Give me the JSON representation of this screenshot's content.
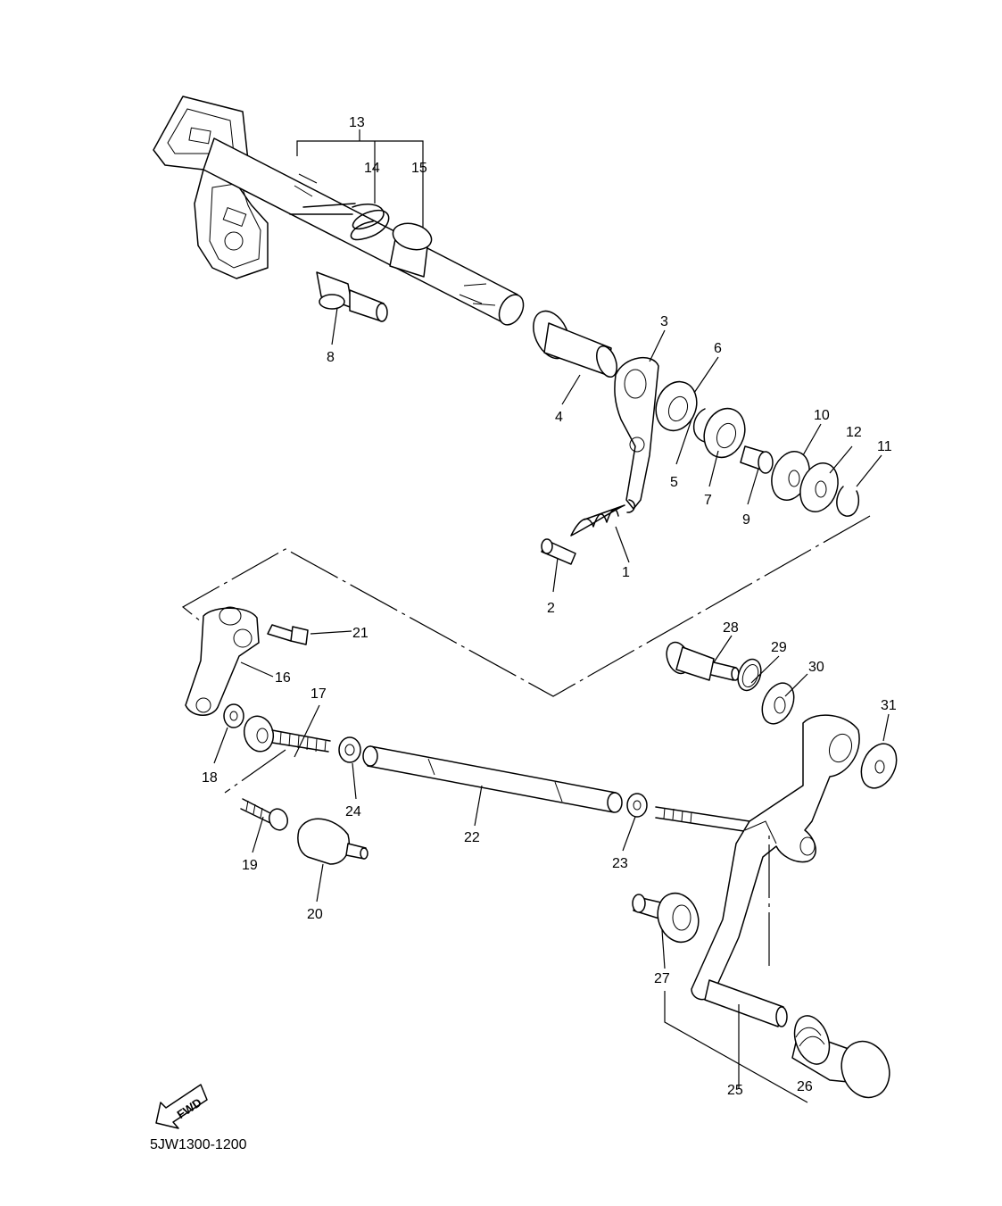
{
  "drawing_code": "5JW1300-1200",
  "fwd_label": "FWD",
  "callouts": [
    {
      "id": "c1",
      "text": "1"
    },
    {
      "id": "c2",
      "text": "2"
    },
    {
      "id": "c3",
      "text": "3"
    },
    {
      "id": "c4",
      "text": "4"
    },
    {
      "id": "c5",
      "text": "5"
    },
    {
      "id": "c6",
      "text": "6"
    },
    {
      "id": "c7",
      "text": "7"
    },
    {
      "id": "c8",
      "text": "8"
    },
    {
      "id": "c9",
      "text": "9"
    },
    {
      "id": "c10",
      "text": "10"
    },
    {
      "id": "c11",
      "text": "11"
    },
    {
      "id": "c12",
      "text": "12"
    },
    {
      "id": "c13",
      "text": "13"
    },
    {
      "id": "c14",
      "text": "14"
    },
    {
      "id": "c15",
      "text": "15"
    },
    {
      "id": "c16",
      "text": "16"
    },
    {
      "id": "c17",
      "text": "17"
    },
    {
      "id": "c18",
      "text": "18"
    },
    {
      "id": "c19",
      "text": "19"
    },
    {
      "id": "c20",
      "text": "20"
    },
    {
      "id": "c21",
      "text": "21"
    },
    {
      "id": "c22",
      "text": "22"
    },
    {
      "id": "c23",
      "text": "23"
    },
    {
      "id": "c24",
      "text": "24"
    },
    {
      "id": "c25",
      "text": "25"
    },
    {
      "id": "c26",
      "text": "26"
    },
    {
      "id": "c27",
      "text": "27"
    },
    {
      "id": "c28",
      "text": "28"
    },
    {
      "id": "c29",
      "text": "29"
    },
    {
      "id": "c30",
      "text": "30"
    },
    {
      "id": "c31",
      "text": "31"
    }
  ]
}
